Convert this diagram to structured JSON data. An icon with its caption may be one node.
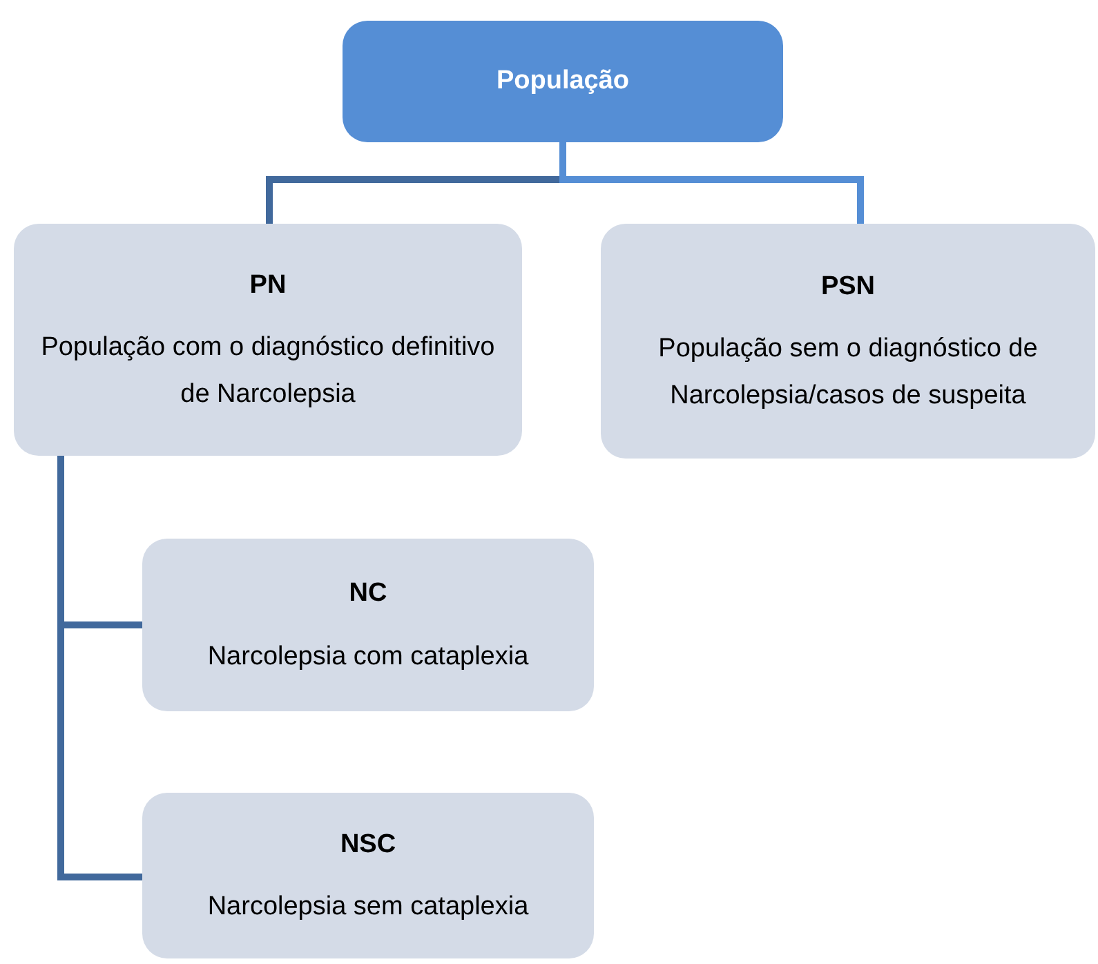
{
  "diagram": {
    "nodes": [
      {
        "text": [
          "População"
        ]
      },
      {
        "text": [
          "PN",
          "População com o diagnóstico definitivo de Narcolepsia"
        ]
      },
      {
        "text": [
          "PSN",
          "População sem o diagnóstico de Narcolepsia/casos de suspeita"
        ]
      },
      {
        "text": [
          "NC",
          "Narcolepsia com cataplexia"
        ]
      },
      {
        "text": [
          "NSC",
          "Narcolepsia sem cataplexia"
        ]
      }
    ],
    "edges": [
      {
        "from": 0,
        "to": 1,
        "arrow": "none"
      },
      {
        "from": 0,
        "to": 2,
        "arrow": "none",
        "color": "#558ed5"
      },
      {
        "from": 1,
        "to": 3,
        "arrow": "none"
      },
      {
        "from": 1,
        "to": 4,
        "arrow": "none"
      }
    ]
  }
}
